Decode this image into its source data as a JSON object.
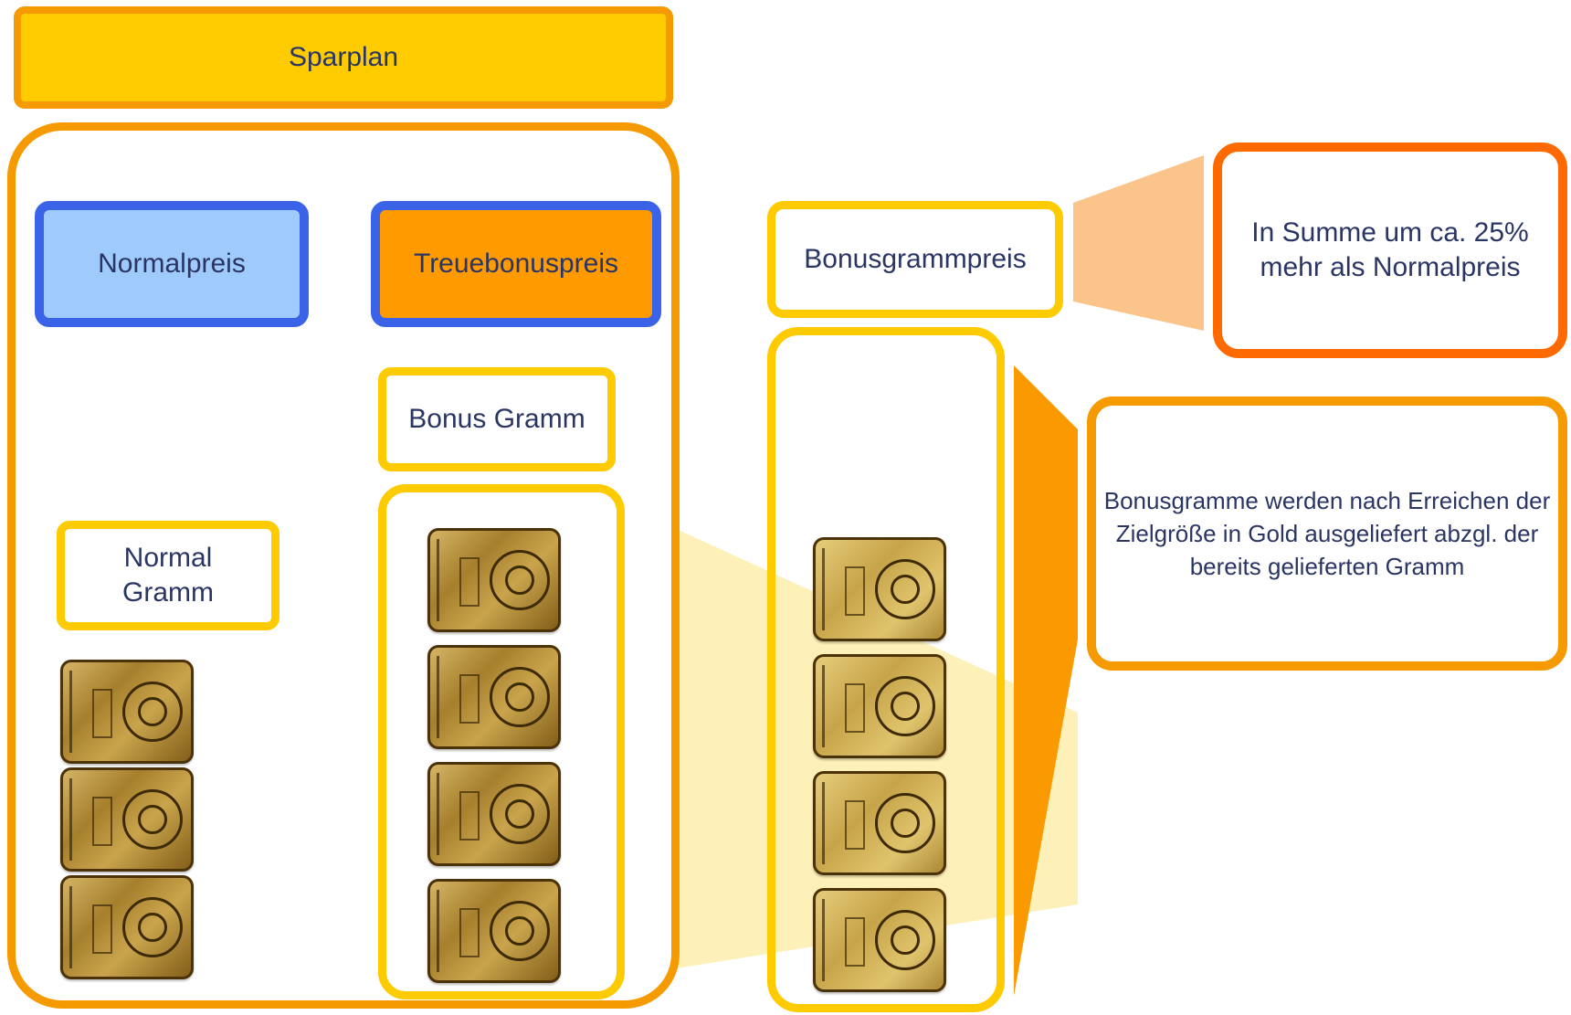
{
  "header": {
    "title": "Sparplan"
  },
  "left_panel": {
    "normal_price": "Normalpreis",
    "loyalty_price": "Treuebonuspreis",
    "normal_gram": "Normal Gramm",
    "bonus_gram": "Bonus Gramm"
  },
  "right_panel": {
    "bonus_gram_price": "Bonusgrammpreis",
    "summary_note": "In Summe um ca. 25% mehr als Normalpreis",
    "delivery_note": "Bonusgramme werden nach Erreichen der Zielgröße in Gold ausgeliefert abzgl. der bereits gelieferten Gramm"
  },
  "gold_bar": {
    "icon": "gold-bar-icon",
    "count_normal": 3,
    "count_bonus": 4,
    "count_bonus_price": 4
  },
  "colors": {
    "header_fill": "#fdcb00",
    "orange_border": "#f59a00",
    "yellow_border": "#fdcb00",
    "blue_border": "#3a63e8",
    "normal_fill": "#9fcbfc",
    "loyalty_fill": "#ff9a00",
    "note_border": "#ff6a00",
    "text": "#2a3563"
  }
}
